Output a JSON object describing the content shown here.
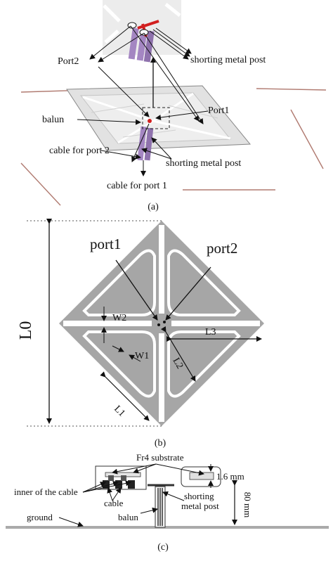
{
  "panel_a": {
    "port2": "Port2",
    "shorting_top": "shorting metal post",
    "port1": "Port1",
    "balun": "balun",
    "cable_port2": "cable for port 2",
    "shorting_mid": "shorting metal post",
    "cable_port1": "cable for port 1",
    "caption": "(a)"
  },
  "panel_b": {
    "port1": "port1",
    "port2": "port2",
    "L0": "L0",
    "W2": "W2",
    "W1": "W1",
    "L1": "L1",
    "L2": "L2",
    "L3": "L3",
    "caption": "(b)"
  },
  "panel_c": {
    "fr4": "Fr4 substrate",
    "thickness": "1.6 mm",
    "inner_cable": "inner of the cable",
    "cable": "cable",
    "shorting": "shorting metal post",
    "height": "80 mm",
    "ground": "ground",
    "balun": "balun",
    "caption": "(c)"
  },
  "colors": {
    "patch": "#a6a6a6",
    "slot": "#ffffff",
    "cable": "#9a7fb8",
    "feed_red": "#d21f1f",
    "ground_line": "#b07a70"
  }
}
